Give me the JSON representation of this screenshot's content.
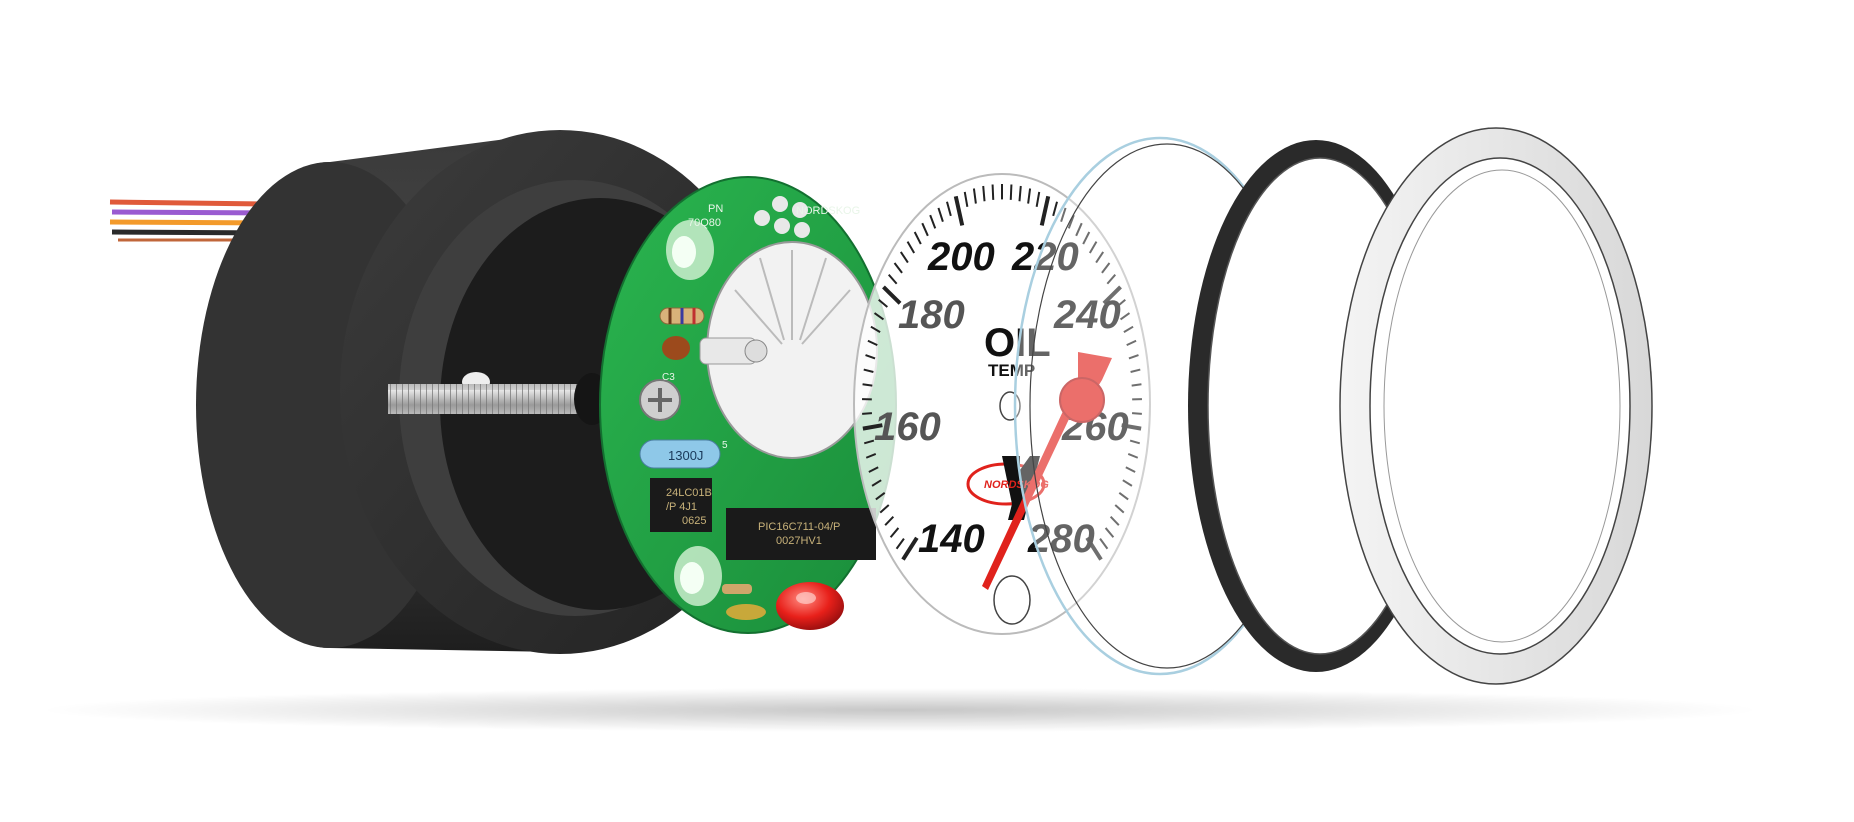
{
  "pcb": {
    "brand": "NORDSKOG",
    "pn_label": "PN",
    "pn_value": "70Q80",
    "ref_c3": "C3",
    "capacitor_value": "1300J",
    "cap_pin": "5",
    "eeprom_line1": "24LC01B",
    "eeprom_line2": "/P 4J1",
    "eeprom_line3": "0625",
    "mcu_line1": "PIC16C711-04/P",
    "mcu_line2": "0027HV1"
  },
  "dial": {
    "ticks": [
      "140",
      "160",
      "180",
      "200",
      "220",
      "240",
      "260",
      "280"
    ],
    "title_line1": "OIL",
    "title_line2": "TEMP",
    "logo_text": "NORDSKOG",
    "needle_value": 140
  },
  "colors": {
    "housing": "#2b2b2b",
    "pcb_green": "#22a344",
    "needle_red": "#e0221c",
    "led_red": "#e8201a",
    "bezel_black": "#2a2a2a",
    "capacitor_blue": "#8ec8e8"
  },
  "wires": [
    "#e05a3a",
    "#9a5bd1",
    "#f39a2b",
    "#2a2a2a",
    "#c0663a"
  ]
}
